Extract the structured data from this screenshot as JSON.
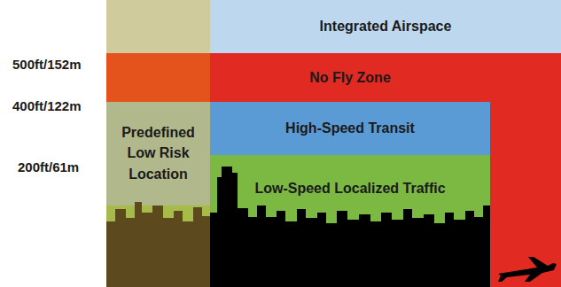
{
  "diagram": {
    "nodes": [
      {
        "text": [
          "Integrated Airspace"
        ]
      },
      {
        "text": [
          "No Fly Zone"
        ]
      },
      {
        "text": [
          "Predefined Low Risk Location"
        ]
      },
      {
        "text": [
          "High-Speed Transit"
        ]
      },
      {
        "text": [
          "Low-Speed Localized Traffic"
        ]
      }
    ],
    "labels": [
      "500ft/152m",
      "400ft/122m",
      "200ft/61m"
    ]
  }
}
